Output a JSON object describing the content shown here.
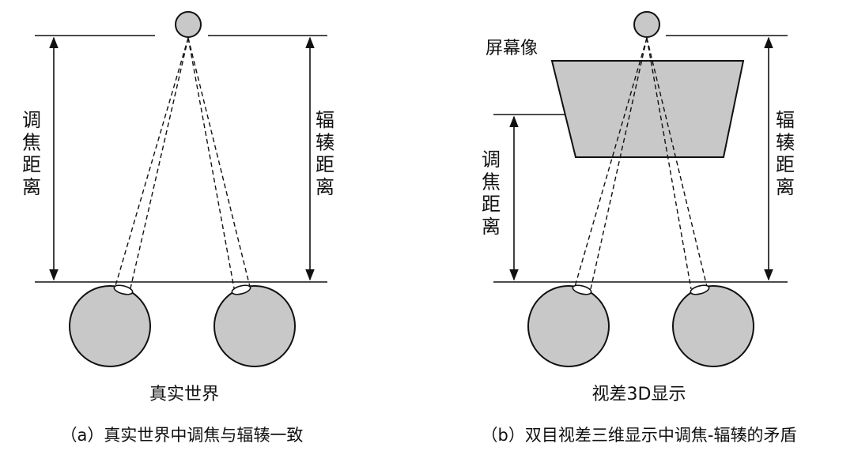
{
  "colors": {
    "fill_gray": "#c8c8c8",
    "stroke": "#111111",
    "background": "#ffffff"
  },
  "panel_a": {
    "focus_label": "调焦距离",
    "vergence_label": "辐辏距离",
    "sublabel": "真实世界",
    "caption": "（a）真实世界中调焦与辐辏一致"
  },
  "panel_b": {
    "screen_label": "屏幕像",
    "focus_label": "调焦距离",
    "vergence_label": "辐辏距离",
    "sublabel": "视差3D显示",
    "caption": "（b）双目视差三维显示中调焦-辐辏的矛盾"
  }
}
